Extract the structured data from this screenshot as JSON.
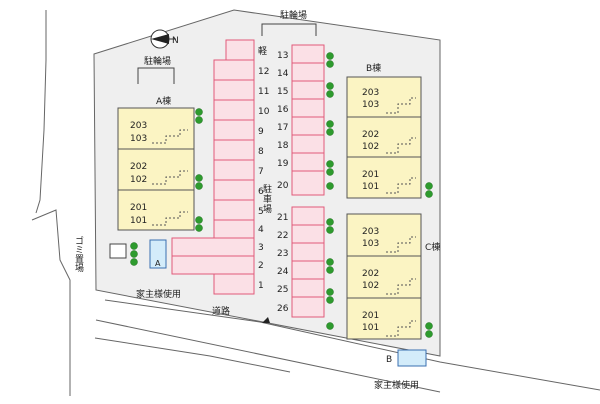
{
  "colors": {
    "site_fill": "#efefef",
    "outline": "#666666",
    "unit_fill": "#fbf4c3",
    "parking_fill": "#fbe0e6",
    "parking_stroke": "#e05a7a",
    "owner_fill": "#d3ecfa",
    "owner_stroke": "#3a6fb0",
    "tree": "#2e9b2e"
  },
  "compass": {
    "label": "N",
    "icon": "north-arrow-icon"
  },
  "labels": {
    "bike_parking_left": "駐輪場",
    "bike_parking_top": "駐輪場",
    "building_a": "A棟",
    "building_b": "B棟",
    "building_c": "C棟",
    "light_vehicle": "軽",
    "parking_lot": "駐車場",
    "garbage": "ゴミ置場",
    "owner_use_a": "家主様使用",
    "owner_use_b": "家主様使用",
    "owner_slot_a": "A",
    "owner_slot_b": "B",
    "road": "道路"
  },
  "building_a_units": [
    {
      "upper": "203",
      "lower": "103"
    },
    {
      "upper": "202",
      "lower": "102"
    },
    {
      "upper": "201",
      "lower": "101"
    }
  ],
  "building_b_units": [
    {
      "upper": "203",
      "lower": "103"
    },
    {
      "upper": "202",
      "lower": "102"
    },
    {
      "upper": "201",
      "lower": "101"
    }
  ],
  "building_c_units": [
    {
      "upper": "203",
      "lower": "103"
    },
    {
      "upper": "202",
      "lower": "102"
    },
    {
      "upper": "201",
      "lower": "101"
    }
  ],
  "parking_left_numbers": [
    "12",
    "11",
    "10",
    "9",
    "8",
    "7",
    "6",
    "5",
    "4",
    "3",
    "2",
    "1"
  ],
  "parking_right_upper_numbers": [
    "13",
    "14",
    "15",
    "16",
    "17",
    "18",
    "19",
    "20"
  ],
  "parking_right_lower_numbers": [
    "21",
    "22",
    "23",
    "24",
    "25",
    "26"
  ]
}
